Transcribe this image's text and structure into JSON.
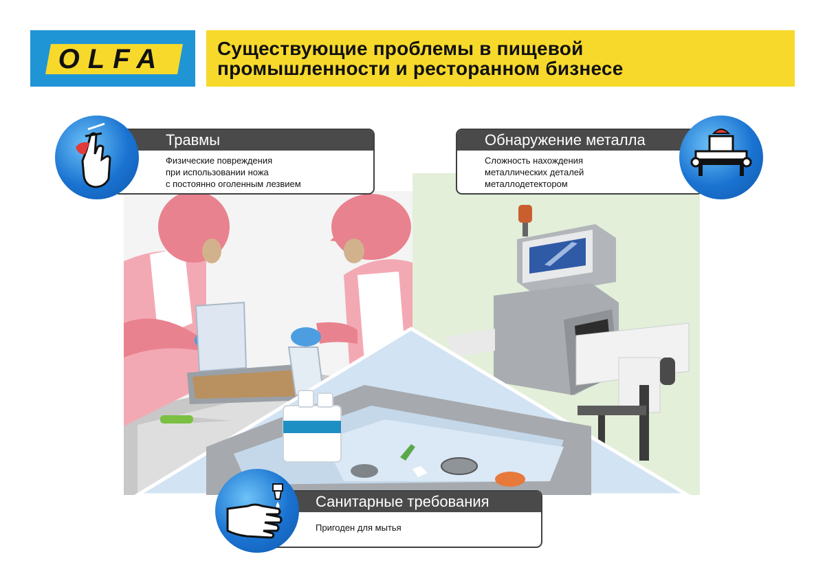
{
  "header": {
    "logo_text": "OLFA",
    "title": "Существующие проблемы в пищевой\nпромышленности и ресторанном бизнесе"
  },
  "cards": [
    {
      "title": "Травмы",
      "body": "Физические повреждения\nпри использовании ножа\nс постоянно оголенным лезвием",
      "icon": "finger-cut-icon"
    },
    {
      "title": "Обнаружение металла",
      "body": "Сложность нахождения\nметаллических деталей\nметаллодетектором",
      "icon": "metal-detector-conveyor-icon"
    },
    {
      "title": "Санитарные требования",
      "body": "Пригоден для мытья",
      "icon": "hand-washing-icon"
    }
  ],
  "colors": {
    "logo_bg": "#1f95d6",
    "title_bg": "#f7d92b",
    "card_head": "#4a4a4a",
    "icon_blue": "#1a73d1"
  }
}
